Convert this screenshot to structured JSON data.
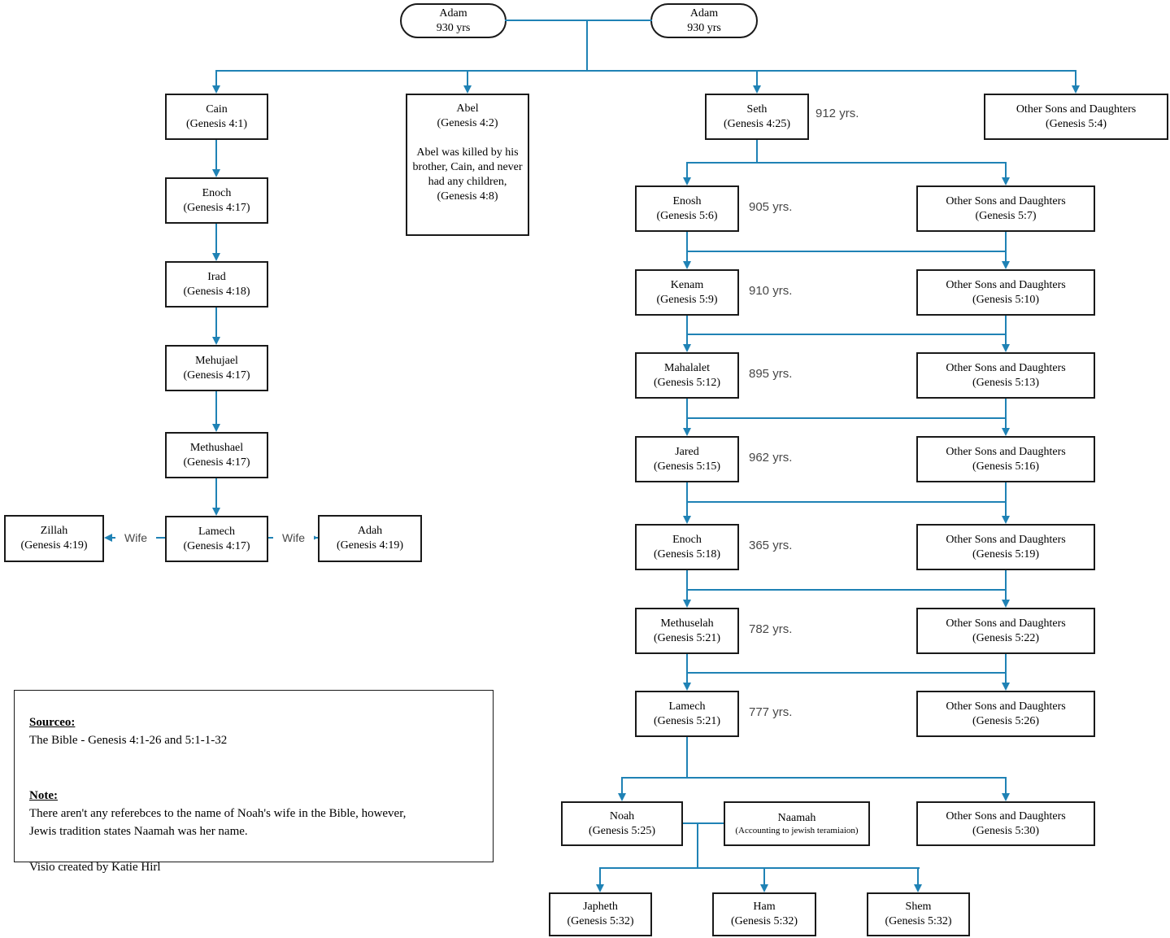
{
  "diagram": {
    "accent_color": "#1f82b5",
    "box_border_color": "#1a1a1a",
    "adam": {
      "name": "Adam",
      "years": "930 yrs"
    },
    "cain_line": [
      {
        "name": "Cain",
        "ref": "(Genesis 4:1)"
      },
      {
        "name": "Enoch",
        "ref": "(Genesis 4:17)"
      },
      {
        "name": "Irad",
        "ref": "(Genesis 4:18)"
      },
      {
        "name": "Mehujael",
        "ref": "(Genesis 4:17)"
      },
      {
        "name": "Methushael",
        "ref": "(Genesis 4:17)"
      },
      {
        "name": "Lamech",
        "ref": "(Genesis 4:17)"
      }
    ],
    "wives": {
      "label": "Wife",
      "zillah": {
        "name": "Zillah",
        "ref": "(Genesis 4:19)"
      },
      "adah": {
        "name": "Adah",
        "ref": "(Genesis 4:19)"
      }
    },
    "abel": {
      "name": "Abel",
      "ref": "(Genesis 4:2)",
      "note": "Abel was killed by his brother, Cain, and never had any children,",
      "note_ref": "(Genesis 4:8)"
    },
    "other_sons_label": "Other Sons and Daughters",
    "generations": [
      {
        "name": "Seth",
        "ref": "(Genesis 4:25)",
        "years": "912 yrs.",
        "other_ref": "(Genesis 5:4)"
      },
      {
        "name": "Enosh",
        "ref": "(Genesis 5:6)",
        "years": "905 yrs.",
        "other_ref": "(Genesis 5:7)"
      },
      {
        "name": "Kenam",
        "ref": "(Genesis 5:9)",
        "years": "910 yrs.",
        "other_ref": "(Genesis 5:10)"
      },
      {
        "name": "Mahalalet",
        "ref": "(Genesis 5:12)",
        "years": "895 yrs.",
        "other_ref": "(Genesis 5:13)"
      },
      {
        "name": "Jared",
        "ref": "(Genesis 5:15)",
        "years": "962 yrs.",
        "other_ref": "(Genesis 5:16)"
      },
      {
        "name": "Enoch",
        "ref": "(Genesis 5:18)",
        "years": "365 yrs.",
        "other_ref": "(Genesis 5:19)"
      },
      {
        "name": "Methuselah",
        "ref": "(Genesis 5:21)",
        "years": "782 yrs.",
        "other_ref": "(Genesis 5:22)"
      },
      {
        "name": "Lamech",
        "ref": "(Genesis 5:21)",
        "years": "777 yrs.",
        "other_ref": "(Genesis 5:26)"
      }
    ],
    "noah": {
      "name": "Noah",
      "ref": "(Genesis 5:25)"
    },
    "naamah": {
      "name": "Naamah",
      "ref": "(Accounting to jewish teramiaion)"
    },
    "final_other_ref": "(Genesis 5:30)",
    "children": [
      {
        "name": "Japheth",
        "ref": "(Genesis 5:32)"
      },
      {
        "name": "Ham",
        "ref": "(Genesis 5:32)"
      },
      {
        "name": "Shem",
        "ref": "(Genesis 5:32)"
      }
    ],
    "notes": {
      "source_heading": "Sourceo:",
      "source_body": "The Bible - Genesis 4:1-26 and 5:1-1-32",
      "note_heading": "Note:",
      "note_line1": "There aren't any referebces to the name of Noah's wife in the Bible, however,",
      "note_line2": "Jewis tradition states Naamah was her name.",
      "credit": "Visio created by Katie Hirl"
    }
  }
}
